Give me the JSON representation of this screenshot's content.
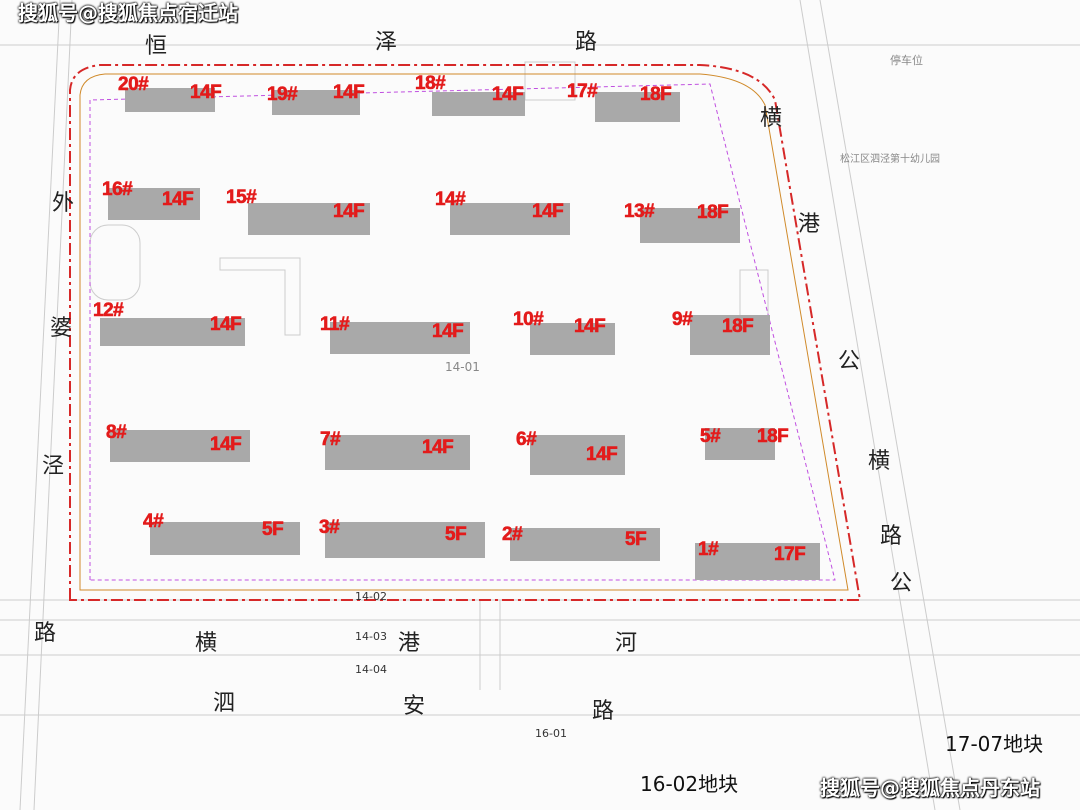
{
  "watermarks": {
    "top_left": "搜狐号@搜狐焦点宿迁站",
    "bottom_right": "搜狐号@搜狐焦点丹东站"
  },
  "buildings": [
    {
      "number": "20#",
      "floors": "14F"
    },
    {
      "number": "19#",
      "floors": "14F"
    },
    {
      "number": "18#",
      "floors": "14F"
    },
    {
      "number": "17#",
      "floors": "18F"
    },
    {
      "number": "16#",
      "floors": "14F"
    },
    {
      "number": "15#",
      "floors": "14F"
    },
    {
      "number": "14#",
      "floors": "14F"
    },
    {
      "number": "13#",
      "floors": "18F"
    },
    {
      "number": "12#",
      "floors": "14F"
    },
    {
      "number": "11#",
      "floors": "14F"
    },
    {
      "number": "10#",
      "floors": "14F"
    },
    {
      "number": "9#",
      "floors": "18F"
    },
    {
      "number": "8#",
      "floors": "14F"
    },
    {
      "number": "7#",
      "floors": "14F"
    },
    {
      "number": "6#",
      "floors": "14F"
    },
    {
      "number": "5#",
      "floors": "18F"
    },
    {
      "number": "4#",
      "floors": "5F"
    },
    {
      "number": "3#",
      "floors": "5F"
    },
    {
      "number": "2#",
      "floors": "5F"
    },
    {
      "number": "1#",
      "floors": "17F"
    }
  ],
  "roads": {
    "north": [
      "恒",
      "泽",
      "路"
    ],
    "east": [
      "横",
      "港",
      "公",
      "横",
      "路",
      "公"
    ],
    "west": [
      "外",
      "婆",
      "泾",
      "路"
    ],
    "south_river": [
      "横",
      "港",
      "河"
    ],
    "south_road": [
      "泗",
      "安",
      "路"
    ]
  },
  "lots": {
    "site": "14-01",
    "a": "14-02",
    "b": "14-03",
    "c": "14-04",
    "d": "16-01"
  },
  "plots": {
    "east": "17-07地块",
    "south": "16-02地块"
  },
  "annotations": {
    "parking": "停车位",
    "kindergarten": "松江区泗泾第十幼儿园"
  }
}
